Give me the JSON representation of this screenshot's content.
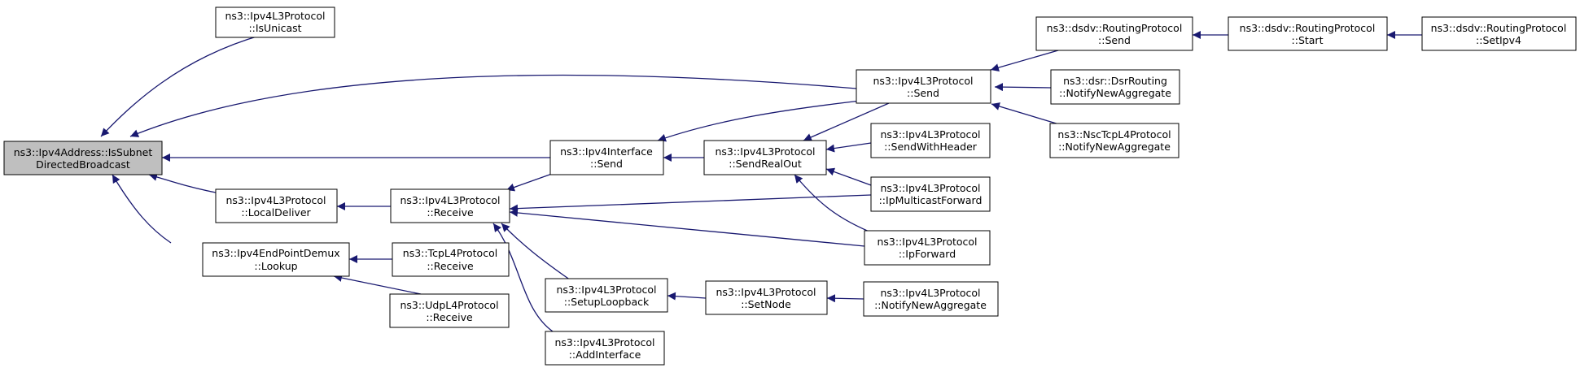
{
  "graph": {
    "edge_color": "#191970",
    "root_fill": "#bfbfbf",
    "nodes": {
      "root": {
        "line1": "ns3::Ipv4Address::IsSubnet",
        "line2": "DirectedBroadcast"
      },
      "isuni": {
        "line1": "ns3::Ipv4L3Protocol",
        "line2": "::IsUnicast"
      },
      "locdel": {
        "line1": "ns3::Ipv4L3Protocol",
        "line2": "::LocalDeliver"
      },
      "lookup": {
        "line1": "ns3::Ipv4EndPointDemux",
        "line2": "::Lookup"
      },
      "recv": {
        "line1": "ns3::Ipv4L3Protocol",
        "line2": "::Receive"
      },
      "tcprx": {
        "line1": "ns3::TcpL4Protocol",
        "line2": "::Receive"
      },
      "udprx": {
        "line1": "ns3::UdpL4Protocol",
        "line2": "::Receive"
      },
      "ifsend": {
        "line1": "ns3::Ipv4Interface",
        "line2": "::Send"
      },
      "setlb": {
        "line1": "ns3::Ipv4L3Protocol",
        "line2": "::SetupLoopback"
      },
      "addif": {
        "line1": "ns3::Ipv4L3Protocol",
        "line2": "::AddInterface"
      },
      "sro": {
        "line1": "ns3::Ipv4L3Protocol",
        "line2": "::SendRealOut"
      },
      "setnode": {
        "line1": "ns3::Ipv4L3Protocol",
        "line2": "::SetNode"
      },
      "l3send": {
        "line1": "ns3::Ipv4L3Protocol",
        "line2": "::Send"
      },
      "swh": {
        "line1": "ns3::Ipv4L3Protocol",
        "line2": "::SendWithHeader"
      },
      "ipmf": {
        "line1": "ns3::Ipv4L3Protocol",
        "line2": "::IpMulticastForward"
      },
      "ipf": {
        "line1": "ns3::Ipv4L3Protocol",
        "line2": "::IpForward"
      },
      "nna": {
        "line1": "ns3::Ipv4L3Protocol",
        "line2": "::NotifyNewAggregate"
      },
      "dsdvs": {
        "line1": "ns3::dsdv::RoutingProtocol",
        "line2": "::Send"
      },
      "dsr": {
        "line1": "ns3::dsr::DsrRouting",
        "line2": "::NotifyNewAggregate"
      },
      "nsc": {
        "line1": "ns3::NscTcpL4Protocol",
        "line2": "::NotifyNewAggregate"
      },
      "dsdvst": {
        "line1": "ns3::dsdv::RoutingProtocol",
        "line2": "::Start"
      },
      "setipv4": {
        "line1": "ns3::dsdv::RoutingProtocol",
        "line2": "::SetIpv4"
      }
    }
  }
}
